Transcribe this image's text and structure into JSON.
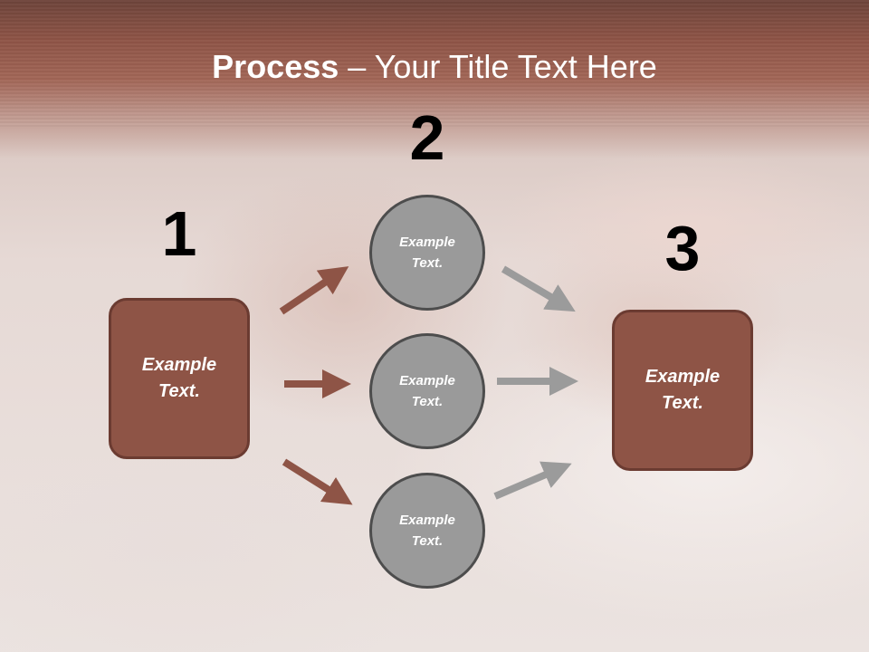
{
  "slide": {
    "title_bold": "Process",
    "title_rest": " – Your Title Text Here"
  },
  "steps": [
    {
      "number": "1",
      "text_line1": "Example",
      "text_line2": "Text."
    },
    {
      "number": "2",
      "text_line1": "Example",
      "text_line2": "Text."
    },
    {
      "number": "3",
      "text_line1": "Example",
      "text_line2": "Text."
    }
  ],
  "middle_nodes": [
    {
      "line1": "Example",
      "line2": "Text."
    },
    {
      "line1": "Example",
      "line2": "Text."
    },
    {
      "line1": "Example",
      "line2": "Text."
    }
  ],
  "colors": {
    "accent_brown": "#8e5446",
    "arrow_gray": "#9b9b9b",
    "circle_gray": "#9a9a9a"
  }
}
